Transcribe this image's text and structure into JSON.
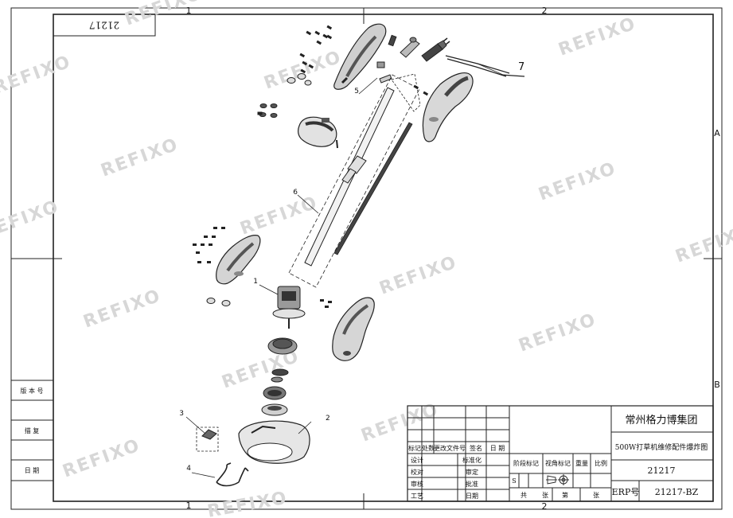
{
  "drawing": {
    "code_box": "21217",
    "zone_top_1": "1",
    "zone_top_2": "2",
    "zone_bottom_1": "1",
    "zone_bottom_2": "2",
    "zone_right_a": "A",
    "zone_right_b": "B",
    "watermark": "REFIXO"
  },
  "side_labels": {
    "version": "版 本 号",
    "trace": "描  复",
    "date": "日  期"
  },
  "callouts": [
    "1",
    "2",
    "3",
    "4",
    "5",
    "6",
    "7"
  ],
  "title_block": {
    "company": "常州格力博集团",
    "drawing_title": "500W打草机维修配件爆炸图",
    "part_number": "21217",
    "erp_label": "ERP号",
    "erp_value": "21217-BZ",
    "rev_headers": [
      "标记",
      "处数",
      "更改文件号",
      "签名",
      "日 期"
    ],
    "roles_left": [
      "设计",
      "校对",
      "审核",
      "工艺"
    ],
    "roles_right": [
      "标准化",
      "审定",
      "批准",
      "日期"
    ],
    "stage_headers": [
      "阶段标记",
      "视角标记",
      "重量",
      "比例"
    ],
    "stage_mark": "S",
    "sheet_total": "共",
    "sheet_unit_1": "张",
    "sheet_of": "第",
    "sheet_unit_2": "张"
  }
}
